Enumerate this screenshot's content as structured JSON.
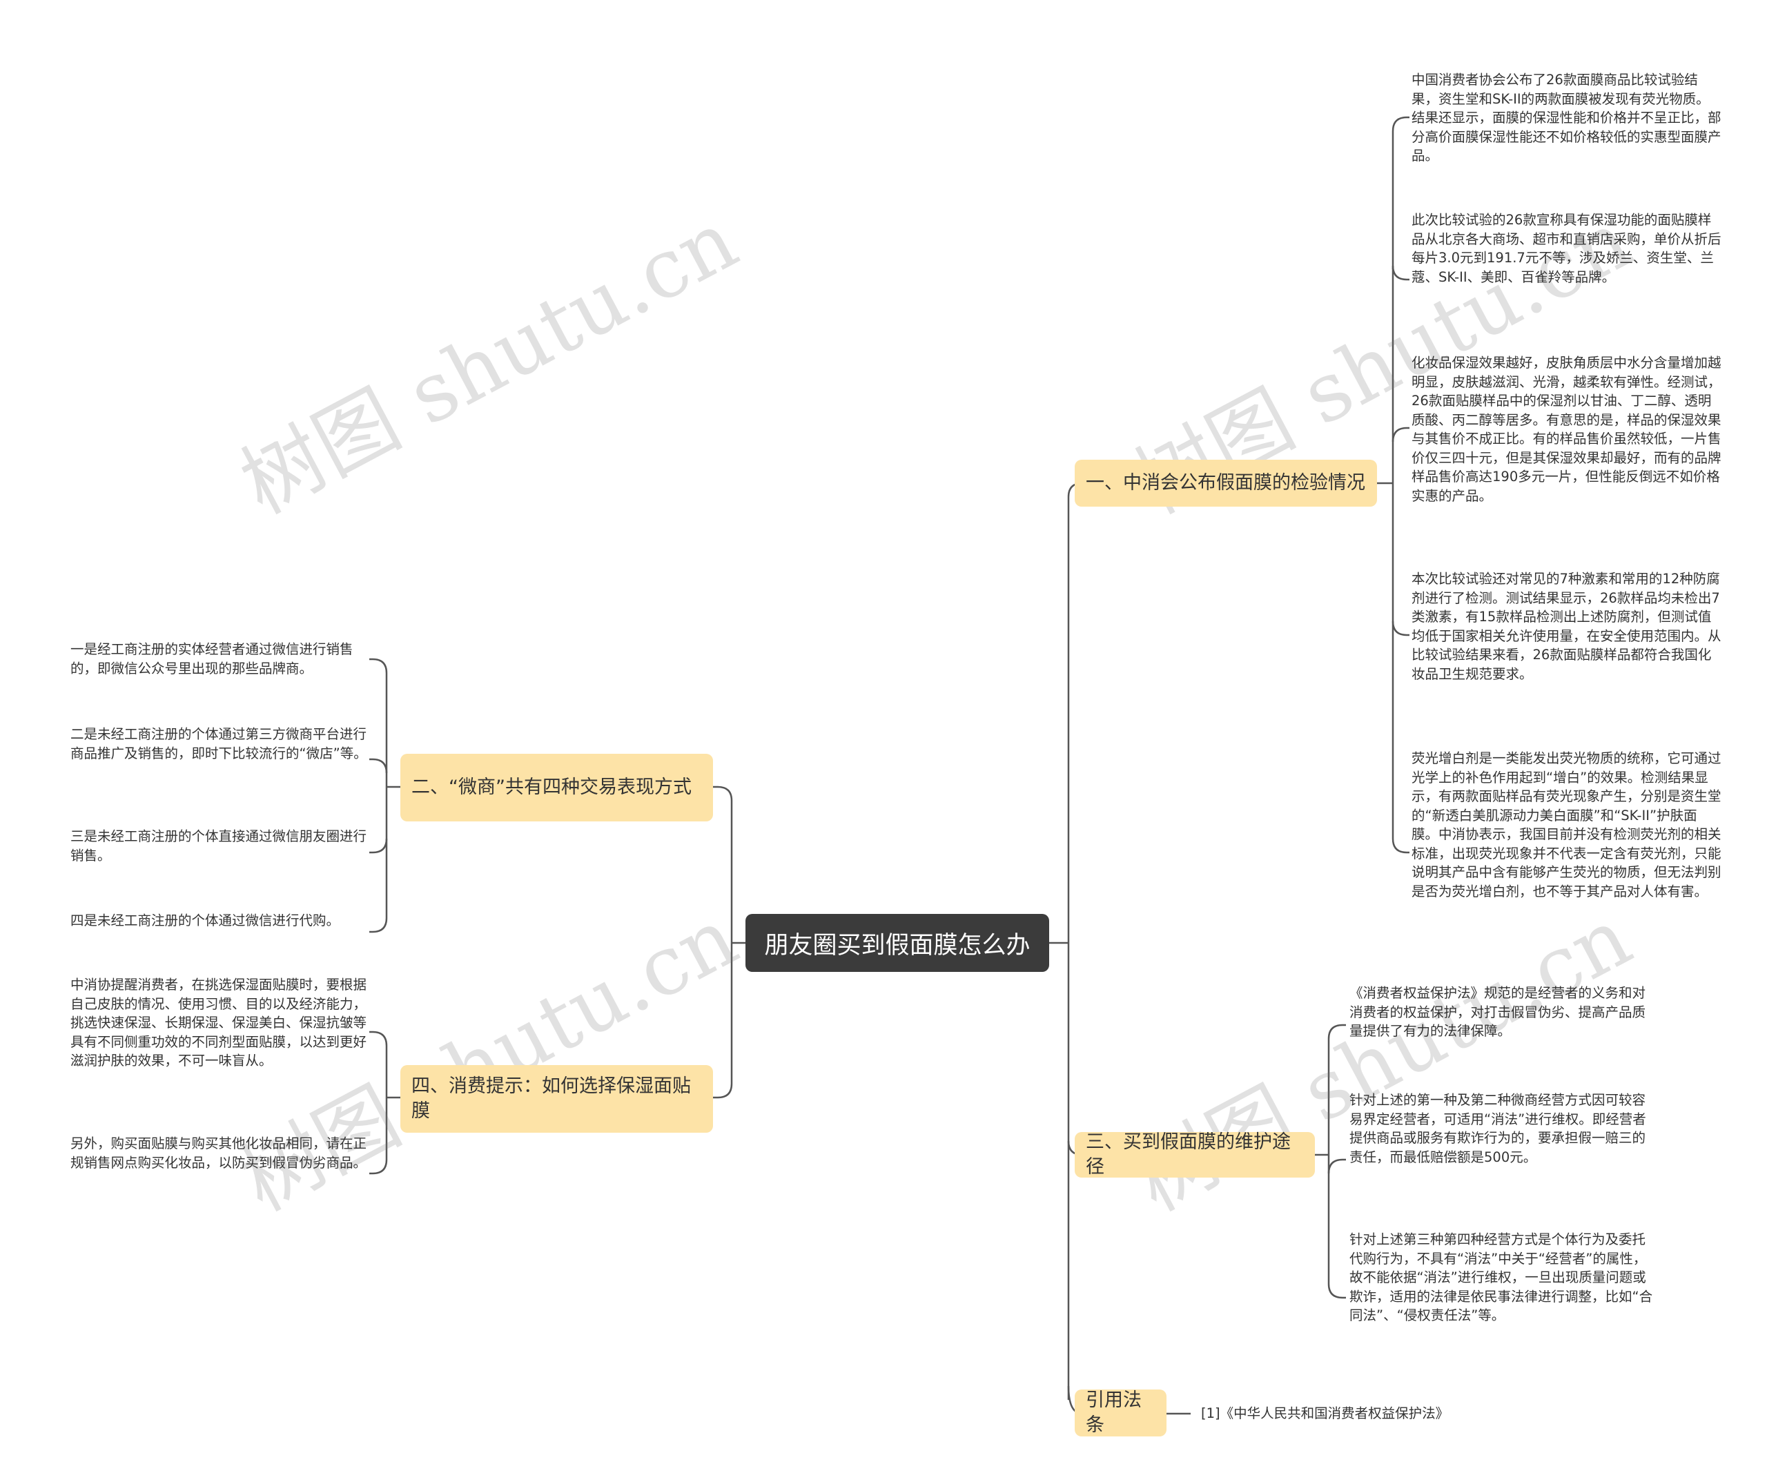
{
  "root": {
    "title": "朋友圈买到假面膜怎么办"
  },
  "branches": {
    "b1": {
      "label": "一、中消会公布假面膜的检验情况",
      "leaves": [
        "中国消费者协会公布了26款面膜商品比较试验结果，资生堂和SK-II的两款面膜被发现有荧光物质。结果还显示，面膜的保湿性能和价格并不呈正比，部分高价面膜保湿性能还不如价格较低的实惠型面膜产品。",
        "此次比较试验的26款宣称具有保湿功能的面贴膜样品从北京各大商场、超市和直销店采购，单价从折后每片3.0元到191.7元不等，涉及娇兰、资生堂、兰蔻、SK-II、美即、百雀羚等品牌。",
        "化妆品保湿效果越好，皮肤角质层中水分含量增加越明显，皮肤越滋润、光滑，越柔软有弹性。经测试，26款面贴膜样品中的保湿剂以甘油、丁二醇、透明质酸、丙二醇等居多。有意思的是，样品的保湿效果与其售价不成正比。有的样品售价虽然较低，一片售价仅三四十元，但是其保湿效果却最好，而有的品牌样品售价高达190多元一片，但性能反倒远不如价格实惠的产品。",
        "本次比较试验还对常见的7种激素和常用的12种防腐剂进行了检测。测试结果显示，26款样品均未检出7类激素，有15款样品检测出上述防腐剂，但测试值均低于国家相关允许使用量，在安全使用范围内。从比较试验结果来看，26款面贴膜样品都符合我国化妆品卫生规范要求。",
        "荧光增白剂是一类能发出荧光物质的统称，它可通过光学上的补色作用起到“增白”的效果。检测结果显示，有两款面贴样品有荧光现象产生，分别是资生堂的“新透白美肌源动力美白面膜”和“SK-II”护肤面膜。中消协表示，我国目前并没有检测荧光剂的相关标准，出现荧光现象并不代表一定含有荧光剂，只能说明其产品中含有能够产生荧光的物质，但无法判别是否为荧光增白剂，也不等于其产品对人体有害。"
      ]
    },
    "b2": {
      "label": "二、“微商”共有四种交易表现方式",
      "leaves": [
        "一是经工商注册的实体经营者通过微信进行销售的，即微信公众号里出现的那些品牌商。",
        "二是未经工商注册的个体通过第三方微商平台进行商品推广及销售的，即时下比较流行的“微店”等。",
        "三是未经工商注册的个体直接通过微信朋友圈进行销售。",
        "四是未经工商注册的个体通过微信进行代购。"
      ]
    },
    "b3": {
      "label": "三、买到假面膜的维护途径",
      "leaves": [
        "《消费者权益保护法》规范的是经营者的义务和对消费者的权益保护，对打击假冒伪劣、提高产品质量提供了有力的法律保障。",
        "针对上述的第一种及第二种微商经营方式因可较容易界定经营者，可适用“消法”进行维权。即经营者提供商品或服务有欺诈行为的，要承担假一赔三的责任，而最低赔偿额是500元。",
        "针对上述第三种第四种经营方式是个体行为及委托代购行为，不具有“消法”中关于“经营者”的属性，故不能依据“消法”进行维权，一旦出现质量问题或欺诈，适用的法律是依民事法律进行调整，比如“合同法”、“侵权责任法”等。"
      ]
    },
    "b4": {
      "label": "四、消费提示：如何选择保湿面贴膜",
      "leaves": [
        "中消协提醒消费者，在挑选保湿面贴膜时，要根据自己皮肤的情况、使用习惯、目的以及经济能力，挑选快速保湿、长期保湿、保湿美白、保湿抗皱等具有不同侧重功效的不同剂型面贴膜，以达到更好滋润护肤的效果，不可一味盲从。",
        "另外，购买面贴膜与购买其他化妆品相同，请在正规销售网点购买化妆品，以防买到假冒伪劣商品。"
      ]
    },
    "b5": {
      "label": "引用法条",
      "leaves": [
        "[1]《中华人民共和国消费者权益保护法》"
      ]
    }
  },
  "watermark": "树图 shutu.cn",
  "colors": {
    "root_bg": "#3b3b3b",
    "branch_bg": "#fde3a7",
    "line": "#555555"
  }
}
